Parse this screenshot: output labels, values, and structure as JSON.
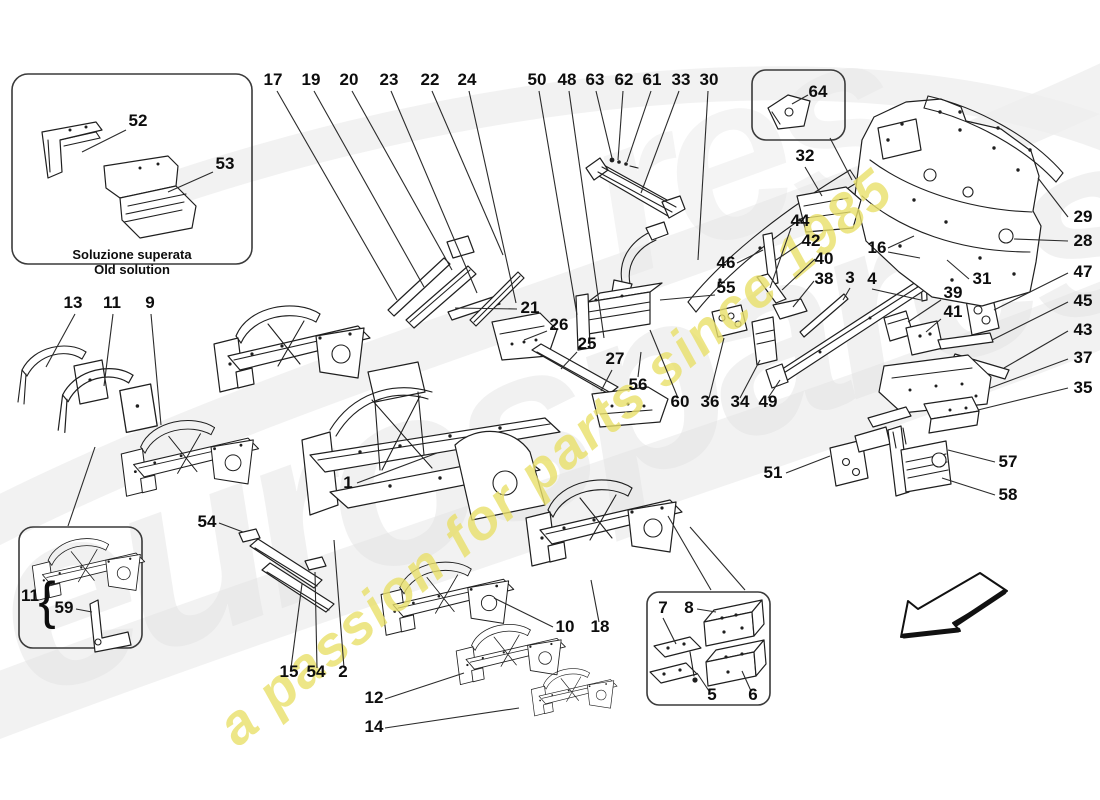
{
  "watermark": {
    "brand": "eurospares",
    "brand_fragment": "res",
    "tagline": "a passion for parts since 1985",
    "brand_color": "#e4e4e4",
    "tagline_color": "#e9e06a"
  },
  "old_solution_box": {
    "line1": "Soluzione superata",
    "line2": "Old solution"
  },
  "callouts": {
    "n1": "1",
    "n2": "2",
    "n3": "3",
    "n4": "4",
    "n5": "5",
    "n6": "6",
    "n7": "7",
    "n8": "8",
    "n9": "9",
    "n10": "10",
    "n11": "11",
    "n12": "12",
    "n13": "13",
    "n14": "14",
    "n15": "15",
    "n16": "16",
    "n17": "17",
    "n18": "18",
    "n19": "19",
    "n20": "20",
    "n21": "21",
    "n22": "22",
    "n23": "23",
    "n24": "24",
    "n25": "25",
    "n26": "26",
    "n27": "27",
    "n28": "28",
    "n29": "29",
    "n30": "30",
    "n31": "31",
    "n32": "32",
    "n33": "33",
    "n34": "34",
    "n35": "35",
    "n36": "36",
    "n37": "37",
    "n38": "38",
    "n39": "39",
    "n40": "40",
    "n41": "41",
    "n42": "42",
    "n43": "43",
    "n44": "44",
    "n45": "45",
    "n46": "46",
    "n47": "47",
    "n48": "48",
    "n49": "49",
    "n50": "50",
    "n51": "51",
    "n52": "52",
    "n53": "53",
    "n54": "54",
    "n55": "55",
    "n56": "56",
    "n57": "57",
    "n58": "58",
    "n59": "59",
    "n60": "60",
    "n61": "61",
    "n62": "62",
    "n63": "63",
    "n64": "64",
    "brace": "{"
  }
}
